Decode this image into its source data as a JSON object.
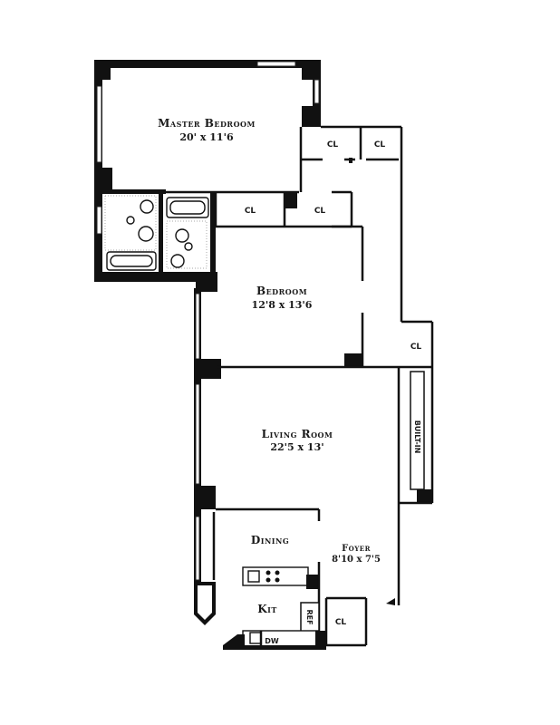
{
  "plan": {
    "rooms": {
      "master_bedroom": {
        "name": "Master Bedroom",
        "dims": "20' x 11'6"
      },
      "bedroom": {
        "name": "Bedroom",
        "dims": "12'8 x 13'6"
      },
      "living_room": {
        "name": "Living Room",
        "dims": "22'5 x 13'"
      },
      "dining": {
        "name": "Dining"
      },
      "foyer": {
        "name": "Foyer",
        "dims": "8'10 x 7'5"
      },
      "kitchen": {
        "name": "Kit"
      }
    },
    "labels": {
      "closet": "CL",
      "built_in": "BUILT-IN",
      "refrigerator": "REF",
      "dishwasher": "DW"
    }
  }
}
